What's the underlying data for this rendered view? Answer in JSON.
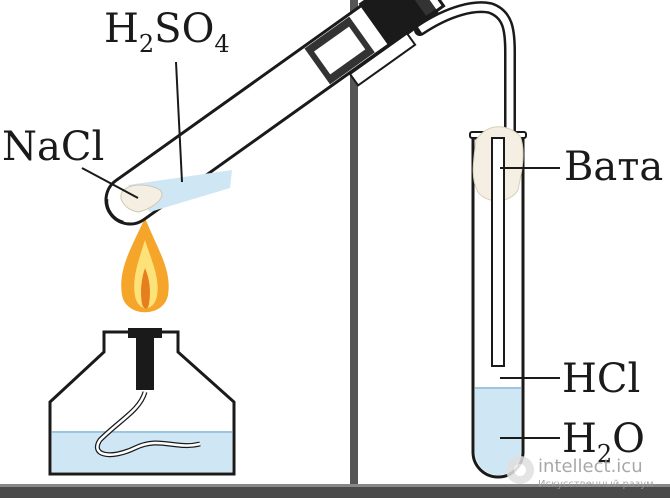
{
  "labels": {
    "sulfuric_acid": {
      "base1": "H",
      "sub1": "2",
      "base2": "SO",
      "sub2": "4"
    },
    "sodium_chloride": "NaCl",
    "cotton": "Вата",
    "hydrogen_chloride": "HCl",
    "water": {
      "base1": "H",
      "sub1": "2",
      "base2": "O"
    }
  },
  "watermark": {
    "title": "intellect.icu",
    "subtitle": "Искусственный разум"
  },
  "colors": {
    "outline": "#1a1a1a",
    "liquid": "#cfe6f5",
    "flame_outer": "#f4a52a",
    "flame_inner": "#fde27a",
    "cotton": "#f4efe2",
    "stand": "#555555"
  }
}
